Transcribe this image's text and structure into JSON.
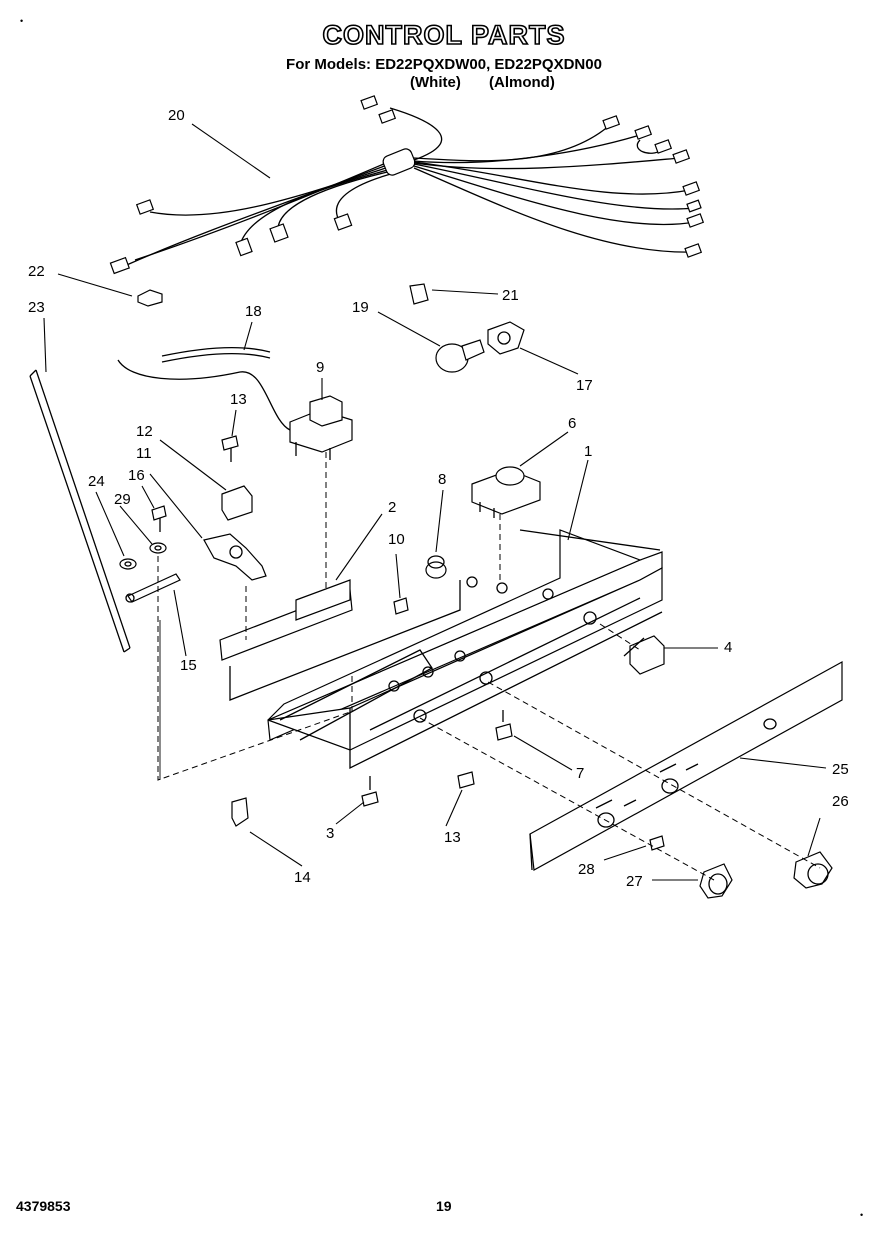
{
  "header": {
    "title": "CONTROL PARTS",
    "models_line": "For Models: ED22PQXDW00, ED22PQXDN00",
    "variant_white": "(White)",
    "variant_almond": "(Almond)"
  },
  "footer": {
    "document_number": "4379853",
    "page_number": "19"
  },
  "corner_marks": {
    "top_left": "•",
    "bottom_right": "•"
  },
  "callouts": [
    "20",
    "22",
    "23",
    "18",
    "21",
    "19",
    "17",
    "9",
    "13",
    "12",
    "11",
    "16",
    "6",
    "1",
    "8",
    "24",
    "29",
    "2",
    "10",
    "4",
    "15",
    "7",
    "25",
    "26",
    "3",
    "13",
    "14",
    "28",
    "27"
  ]
}
